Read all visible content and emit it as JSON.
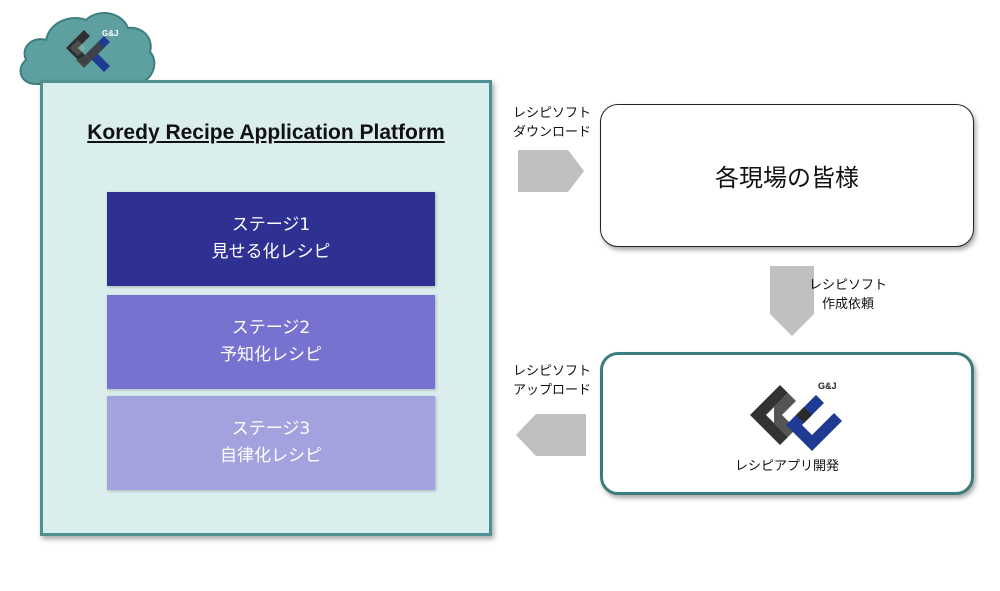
{
  "logo": {
    "text": "G&J"
  },
  "platform": {
    "title": "Koredy Recipe Application Platform",
    "stages": [
      {
        "line1": "ステージ1",
        "line2": "見せる化レシピ",
        "color": "#2e3192"
      },
      {
        "line1": "ステージ2",
        "line2": "予知化レシピ",
        "color": "#7672cf"
      },
      {
        "line1": "ステージ3",
        "line2": "自律化レシピ",
        "color": "#a2a3de"
      }
    ]
  },
  "sites": {
    "label": "各現場の皆様"
  },
  "dev": {
    "label": "レシピアプリ開発",
    "logo_text": "G&J"
  },
  "arrows": {
    "download": {
      "line1": "レシピソフト",
      "line2": "ダウンロード"
    },
    "request": {
      "line1": "レシピソフト",
      "line2": "作成依頼"
    },
    "upload": {
      "line1": "レシピソフト",
      "line2": "アップロード"
    }
  },
  "colors": {
    "teal_border": "#4f9191",
    "panel_bg": "#daeeee",
    "arrow": "#bfbfbf",
    "logo_dark": "#333333",
    "logo_blue": "#1f3a93"
  }
}
